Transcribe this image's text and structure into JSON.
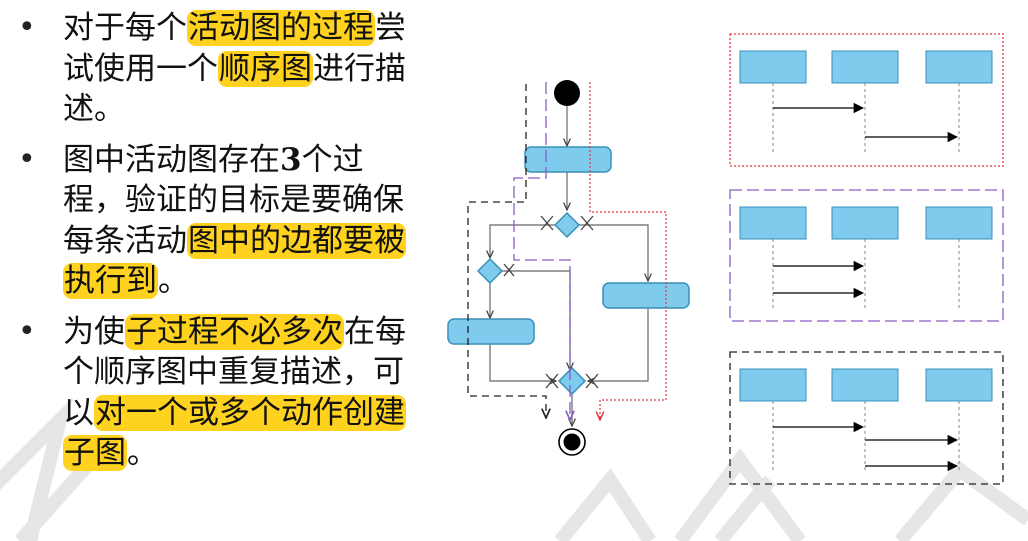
{
  "bullets": [
    {
      "segments": [
        {
          "text": "对于每个",
          "hl": false
        },
        {
          "text": "活动图的过程",
          "hl": true
        },
        {
          "text": "尝试使用一个",
          "hl": false
        },
        {
          "text": "顺序图",
          "hl": true
        },
        {
          "text": "进行描述。",
          "hl": false
        }
      ]
    },
    {
      "segments": [
        {
          "text": "图中活动图存在",
          "hl": false
        },
        {
          "text": "3",
          "hl": false,
          "bold": true
        },
        {
          "text": "个过程，验证的目标是要确保每条活动",
          "hl": false
        },
        {
          "text": "图中的边都要被执行到",
          "hl": true
        },
        {
          "text": "。",
          "hl": false
        }
      ]
    },
    {
      "segments": [
        {
          "text": "为使",
          "hl": false
        },
        {
          "text": "子过程不必多次",
          "hl": true
        },
        {
          "text": "在每个顺序图中重复描述，可以",
          "hl": false
        },
        {
          "text": "对一个或多个动作创建子图",
          "hl": true
        },
        {
          "text": "。",
          "hl": false
        }
      ]
    }
  ],
  "colors": {
    "highlight": "#ffd21f",
    "action_fill": "#7fcbee",
    "action_stroke": "#3a8fb8",
    "lifeline_fill": "#7fcbee",
    "path_black": "#222222",
    "path_purple": "#8a5cc4",
    "path_red": "#e0393e"
  },
  "sequence_diagrams": [
    {
      "border": "red-dotted",
      "messages": 2
    },
    {
      "border": "purple-dashed",
      "messages": 2
    },
    {
      "border": "black-dashed",
      "messages": 3
    }
  ]
}
